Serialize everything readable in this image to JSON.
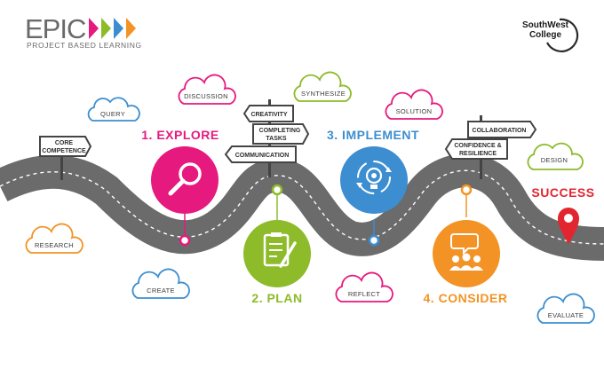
{
  "brand": {
    "logo_main": "EPIC",
    "logo_sub": "PROJECT BASED LEARNING",
    "college_line1": "SouthWest",
    "college_line2": "College"
  },
  "colors": {
    "pink": "#e6197e",
    "green": "#8dbb2a",
    "blue": "#3c8ed0",
    "orange": "#f39325",
    "road": "#6b6b6b",
    "red": "#e32530",
    "sign": "#444444"
  },
  "stages": [
    {
      "label": "1. EXPLORE",
      "color": "#e6197e",
      "icon": "magnifier-icon"
    },
    {
      "label": "2. PLAN",
      "color": "#8dbb2a",
      "icon": "clipboard-icon"
    },
    {
      "label": "3. IMPLEMENT",
      "color": "#3c8ed0",
      "icon": "gear-bulb-icon"
    },
    {
      "label": "4. CONSIDER",
      "color": "#f39325",
      "icon": "group-discussion-icon"
    }
  ],
  "success": {
    "label": "SUCCESS",
    "icon": "map-pin-icon"
  },
  "clouds": [
    {
      "text": "QUERY",
      "color": "#3c8ed0"
    },
    {
      "text": "DISCUSSION",
      "color": "#e6197e"
    },
    {
      "text": "SYNTHESIZE",
      "color": "#8dbb2a"
    },
    {
      "text": "SOLUTION",
      "color": "#e6197e"
    },
    {
      "text": "DESIGN",
      "color": "#8dbb2a"
    },
    {
      "text": "RESEARCH",
      "color": "#f39325"
    },
    {
      "text": "CREATE",
      "color": "#3c8ed0"
    },
    {
      "text": "REFLECT",
      "color": "#e6197e"
    },
    {
      "text": "EVALUATE",
      "color": "#3c8ed0"
    }
  ],
  "signs": {
    "core_competence": [
      "CORE",
      "COMPETENCE"
    ],
    "creativity": "CREATIVITY",
    "completing_tasks": [
      "COMPLETING",
      "TASKS"
    ],
    "communication": "COMMUNICATION",
    "collaboration": "COLLABORATION",
    "confidence": [
      "CONFIDENCE &",
      "RESILIENCE"
    ]
  }
}
